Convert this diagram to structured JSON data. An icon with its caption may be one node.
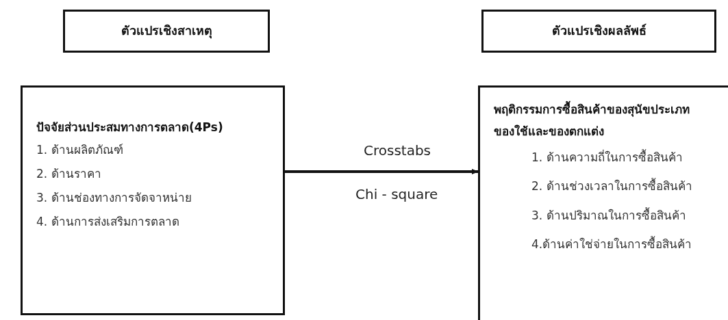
{
  "diagram": {
    "nodes": [
      {
        "text": [
          "ตัวแปรเชิงสาเหตุ"
        ]
      },
      {
        "text": [
          "ตัวแปรเชิงผลลัพธ์"
        ]
      },
      {
        "text": [
          "ปัจจัยส่วนประสมทางการตลาด(4Ps)",
          "1. ด้านผลิตภัณฑ์",
          "2. ด้านราคา",
          "3. ด้านช่องทางการจัดจาหน่าย",
          "4. ด้านการส่งเสริมการตลาด"
        ]
      },
      {
        "text": [
          "พฤติกรรมการซื้อสินค้าของสุนัขประเภทของใช้และของตกแต่ง",
          "1. ด้านความถี่ในการซื้อสินค้า",
          "2. ด้านช่วงเวลาในการซื้อสินค้า",
          "3. ด้านปริมาณในการซื้อสินค้า",
          "4.ด้านค่าใช่จ่ายในการซื้อสินค้า"
        ]
      }
    ],
    "edges": [
      {
        "from": 2,
        "to": 3,
        "arrow": "to",
        "label": "Crosstabs"
      }
    ],
    "labels": [
      "Chi - square"
    ]
  }
}
